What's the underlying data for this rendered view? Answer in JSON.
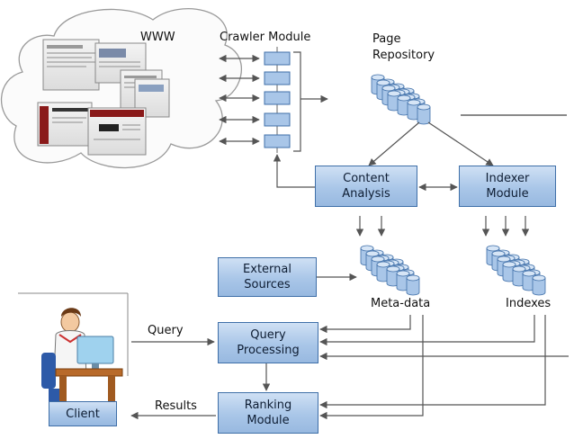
{
  "labels": {
    "www": "WWW",
    "crawler_module": "Crawler Module",
    "page_repository_line1": "Page",
    "page_repository_line2": "Repository",
    "meta_data": "Meta-data",
    "indexes": "Indexes",
    "query": "Query",
    "results": "Results"
  },
  "boxes": {
    "content_analysis": [
      "Content",
      "Analysis"
    ],
    "indexer_module": [
      "Indexer",
      "Module"
    ],
    "external_sources": [
      "External",
      "Sources"
    ],
    "query_processing": [
      "Query",
      "Processing"
    ],
    "ranking_module": [
      "Ranking",
      "Module"
    ],
    "client": [
      "Client"
    ]
  },
  "colors": {
    "box_fill": "#a9c6e8",
    "box_border": "#3f6fa8",
    "arrow": "#555555",
    "cylinder": "#a9c6e8"
  }
}
